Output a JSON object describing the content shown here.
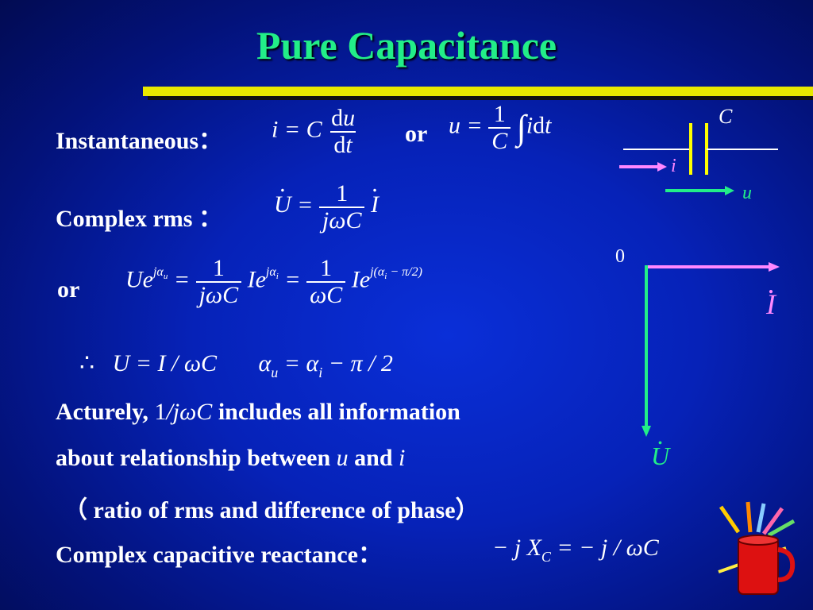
{
  "title": "Pure Capacitance",
  "instantaneous_label": "Instantaneous：",
  "or_label": "or",
  "complex_rms_label": "Complex rms ：",
  "acturely_label": "Acturely,",
  "acturely_rest": "includes all information",
  "about_line_start": "about relationship between",
  "about_line_and": "and",
  "ratio_line": "（ ratio of rms and difference of phase）",
  "reactance_label": "Complex capacitive reactance：",
  "therefore": "∴",
  "diagram": {
    "cap_label": "C",
    "current_label": "i",
    "voltage_label": "u",
    "origin_label": "0",
    "phasor_i": "I",
    "phasor_u": "U"
  },
  "colors": {
    "title": "#22ee88",
    "accent_bar": "#e8e800",
    "current_arrow": "#ff88ff",
    "voltage_arrow": "#22ee88"
  }
}
